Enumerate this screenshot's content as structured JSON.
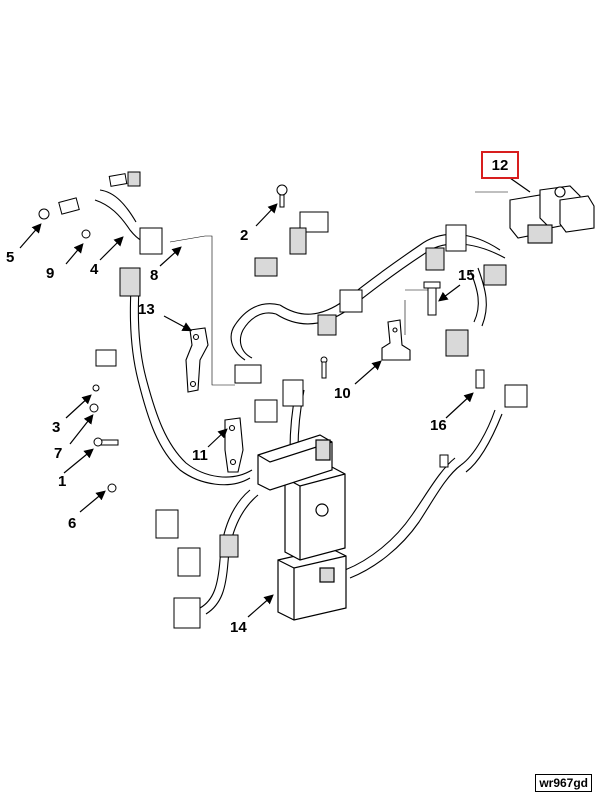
{
  "callouts": {
    "c1": "1",
    "c2": "2",
    "c3": "3",
    "c4": "4",
    "c5": "5",
    "c6": "6",
    "c7": "7",
    "c8": "8",
    "c9": "9",
    "c10": "10",
    "c11": "11",
    "c12": "12",
    "c13": "13",
    "c14": "14",
    "c15": "15",
    "c16": "16"
  },
  "reference_code": "wr967gd",
  "colors": {
    "line": "#000000",
    "highlight": "#d81e1e",
    "fill": "#ffffff",
    "shade": "#d9d9d9"
  }
}
